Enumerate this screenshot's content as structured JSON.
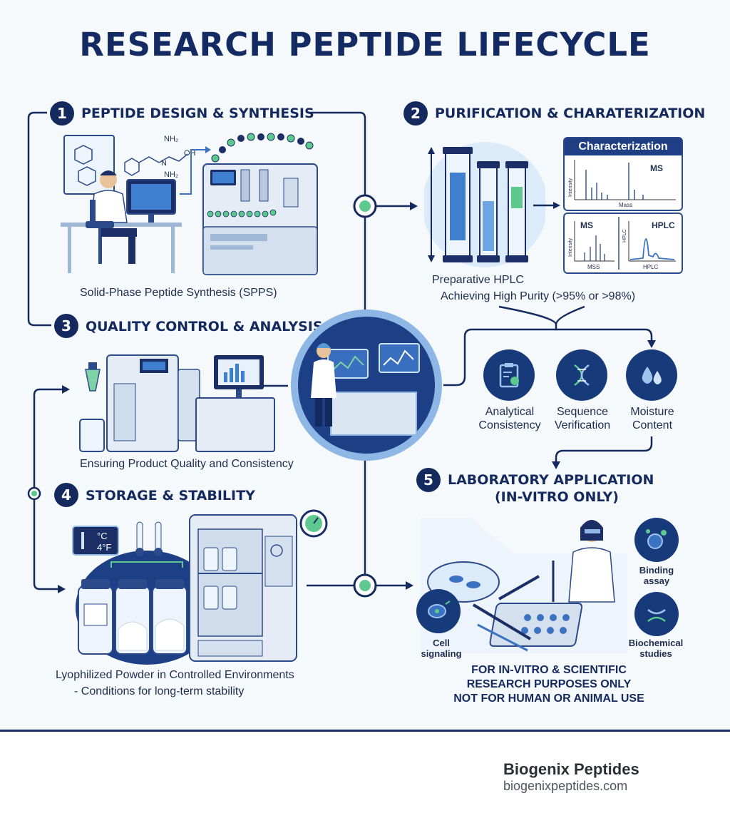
{
  "title": "RESEARCH PEPTIDE LIFECYCLE",
  "sections": {
    "s1": {
      "number": "1",
      "title": "PEPTIDE DESIGN & SYNTHESIS",
      "caption": "Solid-Phase Peptide Synthesis (SPPS)"
    },
    "s2": {
      "number": "2",
      "title": "PURIFICATION & CHARATERIZATION",
      "caption_1": "Preparative HPLC",
      "caption_2": "Achieving High Purity (>95% or >98%)",
      "char_header": "Characterization",
      "ms_label": "MS",
      "intensity_label": "Intensity",
      "mass_label": "Mass",
      "ms2_label": "MS",
      "intensity2_label": "Intensity",
      "mss_label": "MSS",
      "hplc_label": "HPLC",
      "hplc_axis": "HPLC",
      "hplc_y": "HPLC"
    },
    "s3": {
      "number": "3",
      "title": "QUALITY CONTROL & ANALYSIS",
      "caption": "Ensuring Product Quality and Consistency",
      "checks": [
        {
          "label_1": "Analytical",
          "label_2": "Consistency",
          "icon": "clipboard-check-icon"
        },
        {
          "label_1": "Sequence",
          "label_2": "Verification",
          "icon": "dna-icon"
        },
        {
          "label_1": "Moisture",
          "label_2": "Content",
          "icon": "water-drops-icon"
        }
      ]
    },
    "s4": {
      "number": "4",
      "title": "STORAGE & STABILITY",
      "temp_c": "°C",
      "temp_f": "4°F",
      "caption_1": "Lyophilized Powder in Controlled Environments",
      "caption_2": "- Conditions for long-term stability"
    },
    "s5": {
      "number": "5",
      "title_1": "LABORATORY APPLICATION",
      "title_2": "(IN-VITRO ONLY)",
      "binding_1": "Binding",
      "binding_2": "assay",
      "cell_1": "Cell",
      "cell_2": "signaling",
      "biochem_1": "Biochemical",
      "biochem_2": "studies",
      "disclaimer_1": "FOR IN-VITRO & SCIENTIFIC",
      "disclaimer_2": "RESEARCH PURPOSES ONLY",
      "disclaimer_3": "NOT FOR HUMAN OR ANIMAL USE"
    }
  },
  "chem_labels": {
    "nh2_top": "NH₂",
    "oh": "OH",
    "nh2_bottom": "NH₂",
    "n": "N",
    "o_side": "O"
  },
  "footer": {
    "brand": "Biogenix Peptides",
    "url": "biogenixpeptides.com"
  },
  "colors": {
    "navy": "#142a5e",
    "accent_green": "#5ec98f",
    "light_blue": "#cfe3f6",
    "mid_blue": "#3b73c2"
  }
}
